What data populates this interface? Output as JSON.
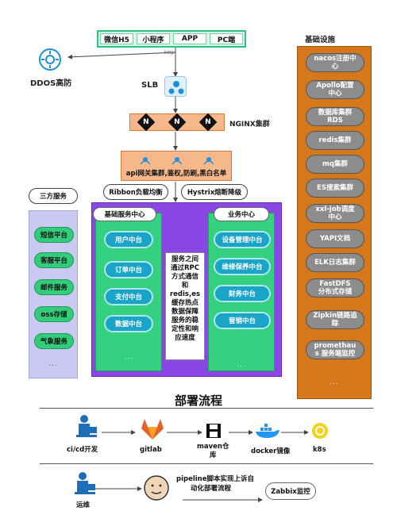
{
  "clients": [
    "微信H5",
    "小程序",
    "APP",
    "PC端"
  ],
  "http_label": "http",
  "ddos_label": "DDOS高防",
  "slb_label": "SLB",
  "nginx_label": "NGINX集群",
  "nginx_icon_letter": "N",
  "gateway_label": "api网关集群,鉴权,防刷,黑白名单",
  "ribbon_label": "Ribbon负载均衡",
  "hystrix_label": "Hystrix熔断降级",
  "third_party": {
    "title": "三方服务",
    "items": [
      "短信平台",
      "客服平台",
      "邮件服务",
      "oss存储",
      "气象服务"
    ],
    "more": "..."
  },
  "base_center": {
    "title": "基础服务中心",
    "items": [
      "用户中台",
      "订单中台",
      "支付中台",
      "数据中台"
    ],
    "more": "..."
  },
  "biz_center": {
    "title": "业务中心",
    "items": [
      "设备管理中台",
      "维修保养中台",
      "财务中台",
      "营销中台"
    ],
    "more": "..."
  },
  "rpc_desc": [
    "服务之间",
    "通过RPC",
    "方式通信",
    "和",
    "redis,es",
    "缓存热点",
    "数据保障",
    "服务的稳",
    "定性和响",
    "应速度"
  ],
  "infra": {
    "title": "基础设施",
    "items": [
      [
        "nacos注册中",
        "心"
      ],
      [
        "Apollo配置",
        "中心"
      ],
      [
        "数据库集群",
        "RDS"
      ],
      [
        "redis集群"
      ],
      [
        "mq集群"
      ],
      [
        "ES搜索集群"
      ],
      [
        "xxl-job调度",
        "中心"
      ],
      [
        "YAPI文档"
      ],
      [
        "ELK日志集群"
      ],
      [
        "FastDFS",
        "分布式存储"
      ],
      [
        "Zipkin链路追",
        "踪"
      ],
      [
        "promethau",
        "s 服务端监控"
      ]
    ],
    "more": "..."
  },
  "deploy": {
    "title": "部署流程",
    "cicd_label": "ci/cd开发",
    "gitlab_label": "gitlab",
    "maven_label": [
      "maven仓",
      "库"
    ],
    "docker_label": "docker镜像",
    "k8s_label": "k8s",
    "ops_label": "运维",
    "pipeline_label": [
      "pipeline脚本实现上诉自",
      "动化部署流程"
    ],
    "zabbix_label": "Zabbix监控"
  },
  "colors": {
    "client_border": "#2ec27e",
    "nginx_bg": "#f6b78a",
    "purple": "#8b46e6",
    "green": "#35d080",
    "blue_btn": "#1aa4c8",
    "infra_bg": "#d6771c",
    "third_bg": "#c9c9f2"
  }
}
